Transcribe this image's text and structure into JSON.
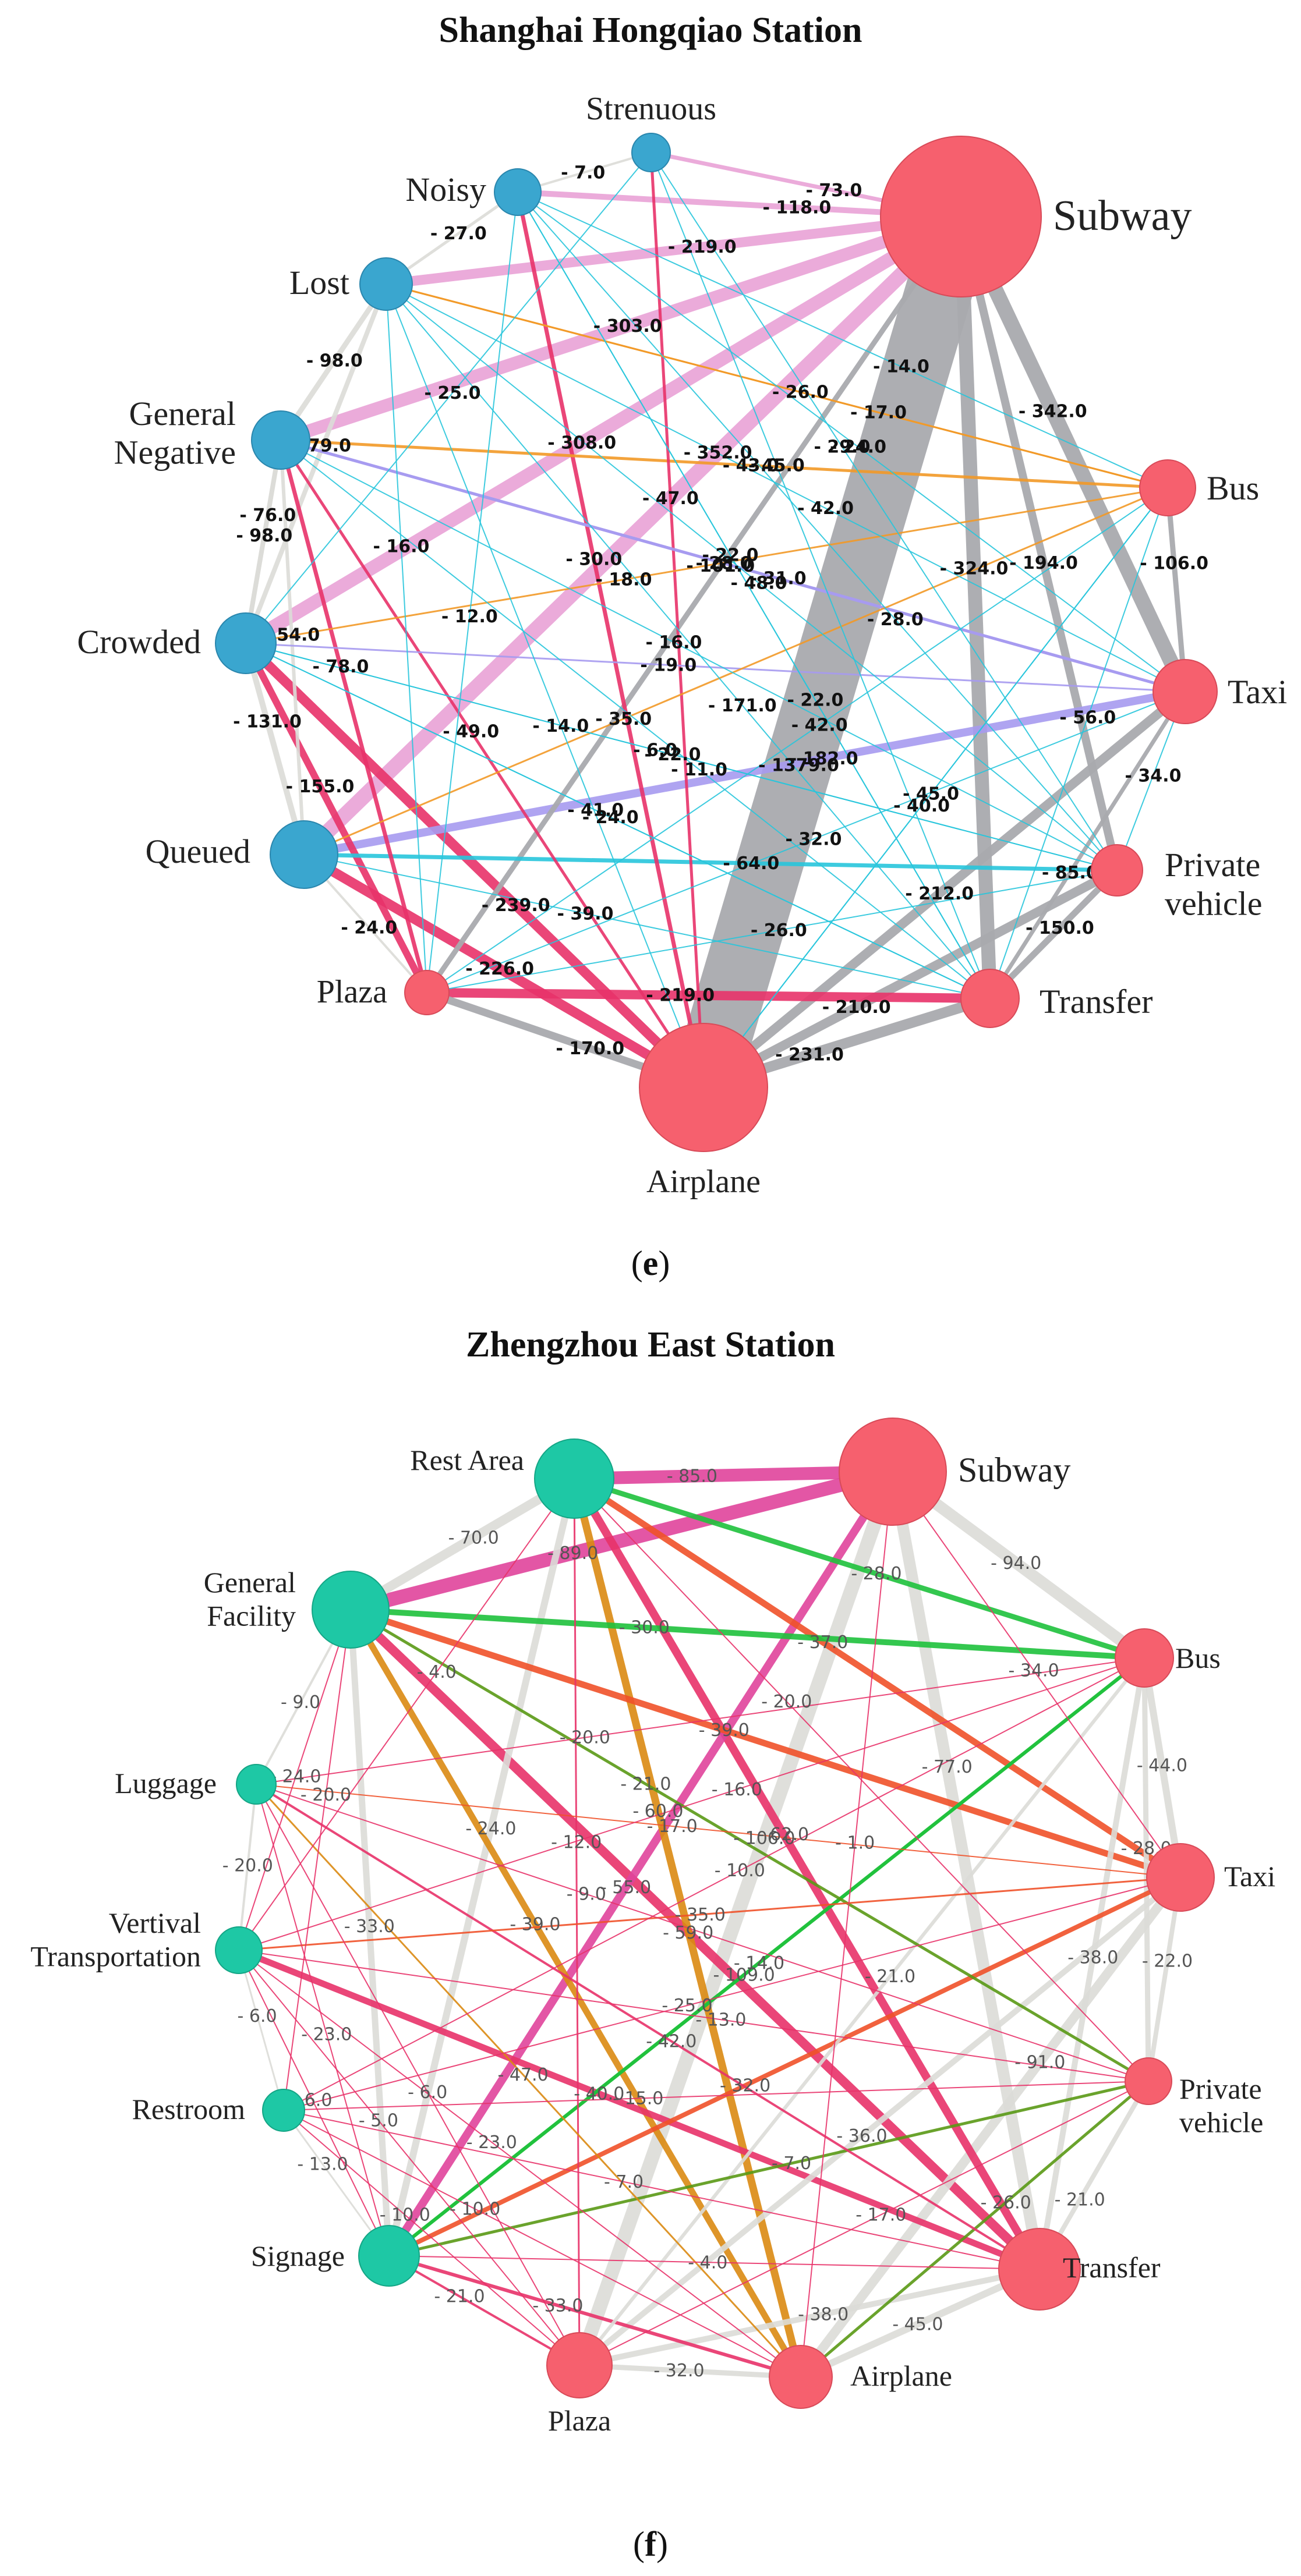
{
  "colors": {
    "negative_node": "#3aa6cf",
    "positive_node": "#f6606e",
    "facility_node": "#1ec8a5",
    "edge_gray": "#a9aaae",
    "edge_light_gray": "#dcdcd8",
    "edge_pink_light": "#e9a2d6",
    "edge_crimson": "#e8336a",
    "edge_orange": "#f29a28",
    "edge_cyan": "#29c6dc",
    "edge_lavender": "#a79bf0",
    "edge_green": "#1fc23c",
    "edge_olive": "#5a9a16",
    "edge_red_orange": "#f0522a",
    "edge_magenta": "#e0449c",
    "edge_gold": "#db8a12"
  },
  "panels": [
    {
      "id": "e",
      "title": "Shanghai Hongqiao Station",
      "caption": "(e)",
      "nodes": [
        {
          "id": "strenuous",
          "label": "Strenuous",
          "group": "negative",
          "size": 1
        },
        {
          "id": "noisy",
          "label": "Noisy",
          "group": "negative",
          "size": 2
        },
        {
          "id": "lost",
          "label": "Lost",
          "group": "negative",
          "size": 3
        },
        {
          "id": "general_negative",
          "label": "General Negative",
          "group": "negative",
          "size": 4
        },
        {
          "id": "crowded",
          "label": "Crowded",
          "group": "negative",
          "size": 4
        },
        {
          "id": "queued",
          "label": "Queued",
          "group": "negative",
          "size": 5
        },
        {
          "id": "plaza",
          "label": "Plaza",
          "group": "positive",
          "size": 2
        },
        {
          "id": "airplane",
          "label": "Airplane",
          "group": "positive",
          "size": 9
        },
        {
          "id": "transfer",
          "label": "Transfer",
          "group": "positive",
          "size": 3
        },
        {
          "id": "private_vehicle",
          "label": "Private vehicle",
          "group": "positive",
          "size": 2
        },
        {
          "id": "taxi",
          "label": "Taxi",
          "group": "positive",
          "size": 4
        },
        {
          "id": "bus",
          "label": "Bus",
          "group": "positive",
          "size": 3
        },
        {
          "id": "subway",
          "label": "Subway",
          "group": "positive",
          "size": 10
        }
      ],
      "edges": [
        {
          "from": "airplane",
          "to": "subway",
          "value": 1379.0
        },
        {
          "from": "subway",
          "to": "taxi",
          "value": 342.0
        },
        {
          "from": "subway",
          "to": "transfer",
          "value": 324.0
        },
        {
          "from": "airplane",
          "to": "taxi",
          "value": 212.0
        },
        {
          "from": "subway",
          "to": "private_vehicle",
          "value": 194.0
        },
        {
          "from": "airplane",
          "to": "transfer",
          "value": 231.0
        },
        {
          "from": "airplane",
          "to": "plaza",
          "value": 170.0
        },
        {
          "from": "subway",
          "to": "plaza",
          "value": 101.0
        },
        {
          "from": "airplane",
          "to": "bus",
          "value": 45.0
        },
        {
          "from": "plaza",
          "to": "bus",
          "value": 42.0
        },
        {
          "from": "airplane",
          "to": "private_vehicle",
          "value": 210.0
        },
        {
          "from": "transfer",
          "to": "taxi",
          "value": 85.0
        },
        {
          "from": "bus",
          "to": "transfer",
          "value": 56.0
        },
        {
          "from": "taxi",
          "to": "plaza",
          "value": 32.0
        },
        {
          "from": "private_vehicle",
          "to": "taxi",
          "value": 34.0
        },
        {
          "from": "bus",
          "to": "taxi",
          "value": 106.0
        },
        {
          "from": "airplane",
          "to": "crowded",
          "value": 239.0
        },
        {
          "from": "private_vehicle",
          "to": "transfer",
          "value": 150.0
        },
        {
          "from": "private_vehicle",
          "to": "plaza",
          "value": 26.0
        },
        {
          "from": "bus",
          "to": "airplane",
          "value": 40.0
        },
        {
          "from": "subway",
          "to": "noisy",
          "value": 118.0
        },
        {
          "from": "subway",
          "to": "strenuous",
          "value": 73.0
        },
        {
          "from": "subway",
          "to": "lost",
          "value": 219.0
        },
        {
          "from": "subway",
          "to": "general_negative",
          "value": 303.0
        },
        {
          "from": "subway",
          "to": "crowded",
          "value": 308.0
        },
        {
          "from": "subway",
          "to": "queued",
          "value": 352.0
        },
        {
          "from": "taxi",
          "to": "queued",
          "value": 182.0
        },
        {
          "from": "private_vehicle",
          "to": "queued",
          "value": 64.0
        },
        {
          "from": "queued",
          "to": "airplane",
          "value": 226.0
        },
        {
          "from": "queued",
          "to": "plaza",
          "value": 24.0
        },
        {
          "from": "crowded",
          "to": "queued",
          "value": 131.0
        },
        {
          "from": "crowded",
          "to": "plaza",
          "value": 155.0
        },
        {
          "from": "general_negative",
          "to": "airplane",
          "value": 49.0
        },
        {
          "from": "general_negative",
          "to": "taxi",
          "value": 28.0
        },
        {
          "from": "general_negative",
          "to": "bus",
          "value": 43.0
        },
        {
          "from": "general_negative",
          "to": "crowded",
          "value": 76.0
        },
        {
          "from": "general_negative",
          "to": "plaza",
          "value": 78.0
        },
        {
          "from": "lost",
          "to": "crowded",
          "value": 79.0
        },
        {
          "from": "lost",
          "to": "general_negative",
          "value": 98.0
        },
        {
          "from": "lost",
          "to": "bus",
          "value": 26.0
        },
        {
          "from": "lost",
          "to": "plaza",
          "value": 16.0
        },
        {
          "from": "noisy",
          "to": "airplane",
          "value": 30.0
        },
        {
          "from": "noisy",
          "to": "lost",
          "value": 27.0
        },
        {
          "from": "noisy",
          "to": "strenuous",
          "value": 7.0
        },
        {
          "from": "noisy",
          "to": "plaza",
          "value": 12.0
        },
        {
          "from": "strenuous",
          "to": "airplane",
          "value": 47.0
        },
        {
          "from": "crowded",
          "to": "bus",
          "value": 18.0
        },
        {
          "from": "crowded",
          "to": "taxi",
          "value": 19.0
        },
        {
          "from": "crowded",
          "to": "private_vehicle",
          "value": 22.0
        },
        {
          "from": "crowded",
          "to": "general_negative",
          "value": 98.0
        },
        {
          "from": "queued",
          "to": "bus",
          "value": 35.0
        },
        {
          "from": "queued",
          "to": "transfer",
          "value": 39.0
        },
        {
          "from": "plaza",
          "to": "transfer",
          "value": 219.0
        },
        {
          "from": "crowded",
          "to": "transfer",
          "value": 24.0
        },
        {
          "from": "queued",
          "to": "general_negative",
          "value": 54.0
        },
        {
          "from": "bus",
          "to": "lost",
          "value": 17.0
        },
        {
          "from": "bus",
          "to": "noisy",
          "value": 14.0
        },
        {
          "from": "taxi",
          "to": "lost",
          "value": 42.0
        },
        {
          "from": "taxi",
          "to": "noisy",
          "value": 24.0
        },
        {
          "from": "private_vehicle",
          "to": "general_negative",
          "value": 16.0
        },
        {
          "from": "transfer",
          "to": "noisy",
          "value": 22.0
        },
        {
          "from": "transfer",
          "to": "general_negative",
          "value": 11.0
        },
        {
          "from": "airplane",
          "to": "lost",
          "value": 14.0
        },
        {
          "from": "strenuous",
          "to": "crowded",
          "value": 25.0
        },
        {
          "from": "private_vehicle",
          "to": "crowded",
          "value": 6.0
        },
        {
          "from": "private_vehicle",
          "to": "noisy",
          "value": 28.0
        },
        {
          "from": "transfer",
          "to": "lost",
          "value": 171.0
        },
        {
          "from": "taxi",
          "to": "general_negative",
          "value": 31.0
        },
        {
          "from": "private_vehicle",
          "to": "lost",
          "value": 48.0
        },
        {
          "from": "transfer",
          "to": "crowded",
          "value": 41.0
        },
        {
          "from": "strenuous",
          "to": "transfer",
          "value": 45.0
        },
        {
          "from": "strenuous",
          "to": "private_vehicle",
          "value": 29.0
        },
        {
          "from": "noisy",
          "to": "transfer",
          "value": 22.0
        }
      ]
    },
    {
      "id": "f",
      "title": "Zhengzhou East Station",
      "caption": "(f)",
      "nodes": [
        {
          "id": "rest_area",
          "label": "Rest Area",
          "group": "facility",
          "size": 6
        },
        {
          "id": "general_facility",
          "label": "General Facility",
          "group": "facility",
          "size": 6
        },
        {
          "id": "luggage",
          "label": "Luggage",
          "group": "facility",
          "size": 2
        },
        {
          "id": "vertival_transportation",
          "label": "Vertival Transportation",
          "group": "facility",
          "size": 3
        },
        {
          "id": "restroom",
          "label": "Restroom",
          "group": "facility",
          "size": 2
        },
        {
          "id": "signage",
          "label": "Signage",
          "group": "facility",
          "size": 5
        },
        {
          "id": "plaza",
          "label": "Plaza",
          "group": "positive",
          "size": 5
        },
        {
          "id": "airplane",
          "label": "Airplane",
          "group": "positive",
          "size": 5
        },
        {
          "id": "transfer",
          "label": "Transfer",
          "group": "positive",
          "size": 7
        },
        {
          "id": "private_vehicle",
          "label": "Private vehicle",
          "group": "positive",
          "size": 2
        },
        {
          "id": "taxi",
          "label": "Taxi",
          "group": "positive",
          "size": 5
        },
        {
          "id": "bus",
          "label": "Bus",
          "group": "positive",
          "size": 4
        },
        {
          "id": "subway",
          "label": "Subway",
          "group": "positive",
          "size": 8
        }
      ],
      "edges": [
        {
          "from": "rest_area",
          "to": "subway",
          "value": 85.0
        },
        {
          "from": "general_facility",
          "to": "subway",
          "value": 89.0
        },
        {
          "from": "rest_area",
          "to": "general_facility",
          "value": 70.0
        },
        {
          "from": "subway",
          "to": "bus",
          "value": 94.0
        },
        {
          "from": "rest_area",
          "to": "bus",
          "value": 28.0
        },
        {
          "from": "general_facility",
          "to": "bus",
          "value": 30.0
        },
        {
          "from": "rest_area",
          "to": "taxi",
          "value": 37.0
        },
        {
          "from": "general_facility",
          "to": "taxi",
          "value": 39.0
        },
        {
          "from": "bus",
          "to": "taxi",
          "value": 44.0
        },
        {
          "from": "bus",
          "to": "signage",
          "value": 109.0
        },
        {
          "from": "subway",
          "to": "transfer",
          "value": 77.0
        },
        {
          "from": "subway",
          "to": "plaza",
          "value": 106.0
        },
        {
          "from": "rest_area",
          "to": "transfer",
          "value": 62.0
        },
        {
          "from": "general_facility",
          "to": "transfer",
          "value": 59.0
        },
        {
          "from": "subway",
          "to": "signage",
          "value": 55.0
        },
        {
          "from": "rest_area",
          "to": "airplane",
          "value": 60.0
        },
        {
          "from": "general_facility",
          "to": "airplane",
          "value": 39.0
        },
        {
          "from": "rest_area",
          "to": "signage",
          "value": 24.0
        },
        {
          "from": "general_facility",
          "to": "signage",
          "value": 33.0
        },
        {
          "from": "general_facility",
          "to": "luggage",
          "value": 9.0
        },
        {
          "from": "general_facility",
          "to": "private_vehicle",
          "value": 21.0
        },
        {
          "from": "rest_area",
          "to": "plaza",
          "value": 12.0
        },
        {
          "from": "luggage",
          "to": "taxi",
          "value": 17.0
        },
        {
          "from": "luggage",
          "to": "vertival_transportation",
          "value": 20.0
        },
        {
          "from": "luggage",
          "to": "signage",
          "value": 23.0
        },
        {
          "from": "luggage",
          "to": "bus",
          "value": 20.0
        },
        {
          "from": "vertival_transportation",
          "to": "restroom",
          "value": 6.0
        },
        {
          "from": "vertival_transportation",
          "to": "transfer",
          "value": 40.0
        },
        {
          "from": "vertival_transportation",
          "to": "taxi",
          "value": 35.0
        },
        {
          "from": "vertival_transportation",
          "to": "private_vehicle",
          "value": 13.0
        },
        {
          "from": "restroom",
          "to": "signage",
          "value": 13.0
        },
        {
          "from": "restroom",
          "to": "private_vehicle",
          "value": 15.0
        },
        {
          "from": "signage",
          "to": "taxi",
          "value": 32.0
        },
        {
          "from": "signage",
          "to": "transfer",
          "value": 4.0
        },
        {
          "from": "signage",
          "to": "private_vehicle",
          "value": 7.0
        },
        {
          "from": "signage",
          "to": "plaza",
          "value": 21.0
        },
        {
          "from": "signage",
          "to": "airplane",
          "value": 33.0
        },
        {
          "from": "plaza",
          "to": "airplane",
          "value": 32.0
        },
        {
          "from": "airplane",
          "to": "transfer",
          "value": 45.0
        },
        {
          "from": "plaza",
          "to": "transfer",
          "value": 38.0
        },
        {
          "from": "transfer",
          "to": "private_vehicle",
          "value": 21.0
        },
        {
          "from": "taxi",
          "to": "private_vehicle",
          "value": 22.0
        },
        {
          "from": "bus",
          "to": "private_vehicle",
          "value": 28.0
        },
        {
          "from": "bus",
          "to": "transfer",
          "value": 38.0
        },
        {
          "from": "taxi",
          "to": "plaza",
          "value": 36.0
        },
        {
          "from": "taxi",
          "to": "airplane",
          "value": 91.0
        },
        {
          "from": "private_vehicle",
          "to": "airplane",
          "value": 26.0
        },
        {
          "from": "bus",
          "to": "plaza",
          "value": 21.0
        },
        {
          "from": "general_facility",
          "to": "vertival_transportation",
          "value": 24.0
        },
        {
          "from": "luggage",
          "to": "transfer",
          "value": 42.0
        },
        {
          "from": "restroom",
          "to": "airplane",
          "value": 10.0
        },
        {
          "from": "restroom",
          "to": "plaza",
          "value": 10.0
        },
        {
          "from": "vertival_transportation",
          "to": "airplane",
          "value": 23.0
        },
        {
          "from": "vertival_transportation",
          "to": "signage",
          "value": 6.0
        },
        {
          "from": "luggage",
          "to": "plaza",
          "value": 6.0
        },
        {
          "from": "luggage",
          "to": "private_vehicle",
          "value": 9.0
        },
        {
          "from": "rest_area",
          "to": "vertival_transportation",
          "value": 4.0
        },
        {
          "from": "restroom",
          "to": "transfer",
          "value": 7.0
        },
        {
          "from": "signage",
          "to": "bus",
          "value": 14.0
        },
        {
          "from": "plaza",
          "to": "private_vehicle",
          "value": 17.0
        },
        {
          "from": "rest_area",
          "to": "private_vehicle",
          "value": 20.0
        },
        {
          "from": "subway",
          "to": "airplane",
          "value": 1.0
        },
        {
          "from": "restroom",
          "to": "taxi",
          "value": 25.0
        },
        {
          "from": "luggage",
          "to": "airplane",
          "value": 47.0
        },
        {
          "from": "restroom",
          "to": "bus",
          "value": 10.0
        },
        {
          "from": "general_facility",
          "to": "restroom",
          "value": 20.0
        },
        {
          "from": "vertival_transportation",
          "to": "plaza",
          "value": 5.0
        },
        {
          "from": "bus",
          "to": "vertival_transportation",
          "value": 16.0
        },
        {
          "from": "subway",
          "to": "taxi",
          "value": 34.0
        }
      ]
    }
  ]
}
